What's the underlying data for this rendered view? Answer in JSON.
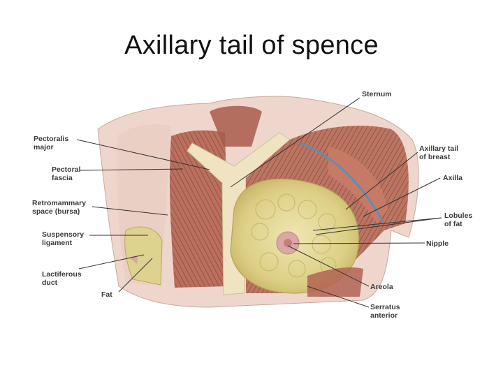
{
  "title": "Axillary tail of spence",
  "labels": {
    "sternum": "Sternum",
    "pectoralis_major": [
      "Pectoralis",
      "major"
    ],
    "pectoral_fascia": [
      "Pectoral",
      "fascia"
    ],
    "retromammary_space": [
      "Retromammary",
      "space (bursa)"
    ],
    "suspensory_ligament": [
      "Suspensory",
      "ligament"
    ],
    "lactiferous_duct": [
      "Lactiferous",
      "duct"
    ],
    "fat": "Fat",
    "axillary_tail": [
      "Axillary tail",
      "of breast"
    ],
    "axilla": "Axilla",
    "lobules_of_fat": [
      "Lobules",
      "of fat"
    ],
    "nipple": "Nipple",
    "areola": "Areola",
    "serratus_anterior": [
      "Serratus",
      "anterior"
    ]
  }
}
